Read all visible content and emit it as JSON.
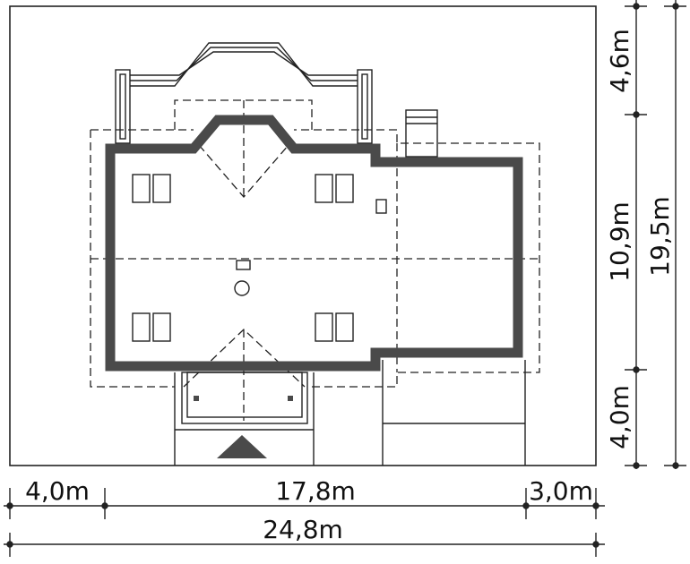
{
  "dimensions": {
    "horizontal": {
      "left_setback": "4,0m",
      "house_width": "17,8m",
      "right_setback": "3,0m",
      "total_width": "24,8m"
    },
    "vertical": {
      "top_setback": "4,6m",
      "house_depth": "10,9m",
      "bottom_setback": "4,0m",
      "total_depth": "19,5m"
    }
  },
  "colors": {
    "wall": "#4a4a4a",
    "line": "#222222",
    "background": "#ffffff"
  }
}
